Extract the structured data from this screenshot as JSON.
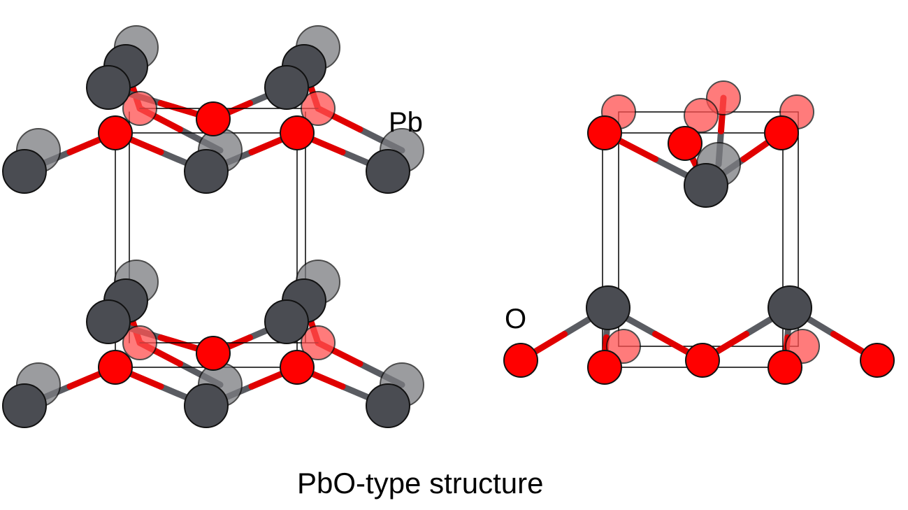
{
  "labels": {
    "pb": "Pb",
    "o": "O",
    "title": "PbO-type structure"
  },
  "colors": {
    "pb": "#4a4c52",
    "pb_faded": "#7a7b80",
    "o": "#ff0000",
    "o_faded": "#ff5050",
    "bond_pb": "#5a5c62",
    "bond_o": "#e00000"
  }
}
